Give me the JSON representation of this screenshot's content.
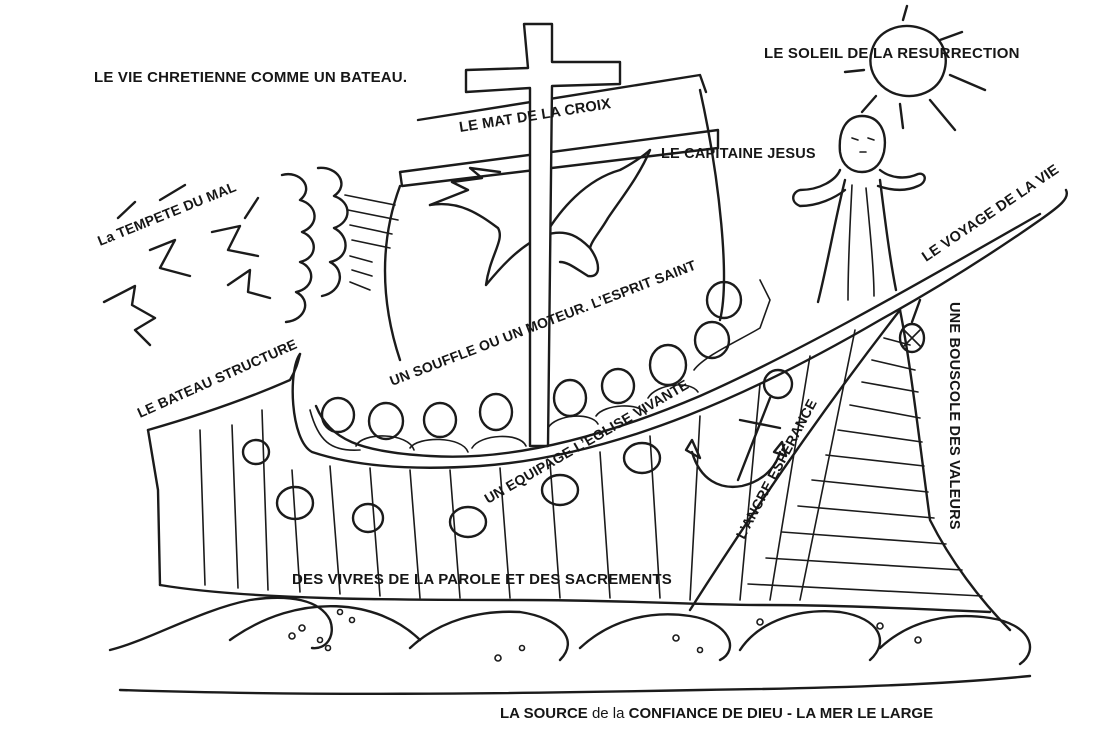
{
  "labels": {
    "title": "LE VIE CHRETIENNE COMME UN BATEAU.",
    "sun": "LE SOLEIL  DE LA RESURRECTION",
    "mast": "LE MAT DE LA CROIX",
    "captain": "LE CAPITAINE JESUS",
    "storm": "La TEMPETE  DU MAL",
    "voyage": "LE VOYAGE DE LA VIE",
    "spirit": "UN SOUFFLE OU UN MOTEUR. L’ESPRIT SAINT",
    "hull": "LE BATEAU STRUCTURE",
    "crew": "UN EQUIPAGE L’EGLISE VIVANTE",
    "anchor": "L’ANCRE ESPERANCE",
    "compass": "UNE BOUSCOLE DES VALEURS",
    "provisions": "DES VIVRES DE LA PAROLE ET DES SACREMENTS",
    "source_1": "LA SOURCE",
    "source_2": " de la ",
    "source_3": "CONFIANCE DE DIEU - LA MER LE LARGE"
  },
  "icons": {
    "cross": "cross-icon",
    "sun": "sun-icon",
    "dove": "dove-icon",
    "anchor": "anchor-icon",
    "compass": "compass-icon"
  }
}
